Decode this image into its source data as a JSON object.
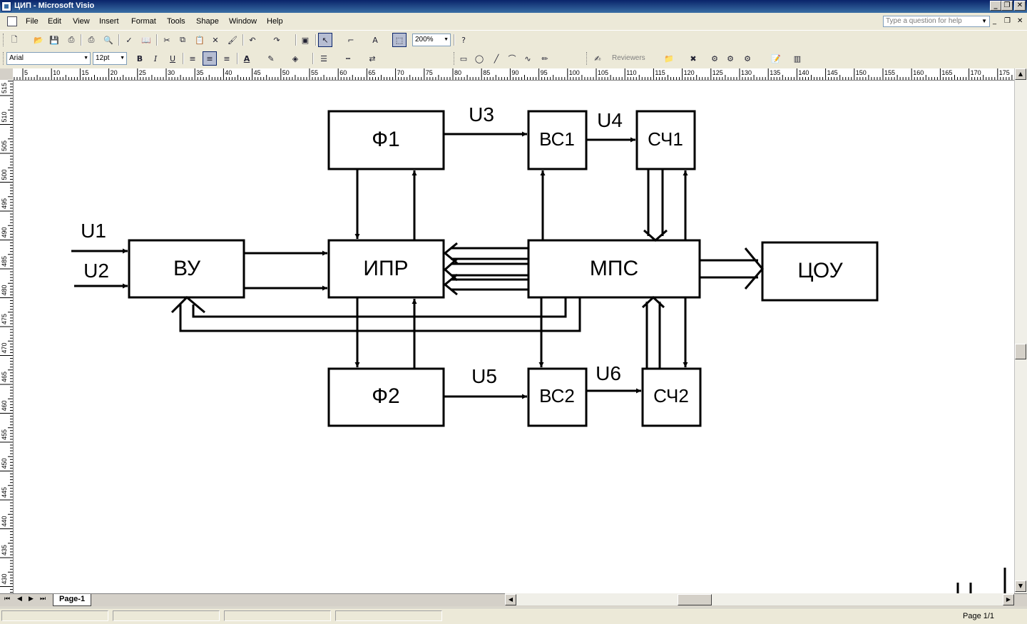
{
  "window": {
    "title": "ЦИП - Microsoft Visio",
    "min_glyph": "_",
    "restore_glyph": "❐",
    "close_glyph": "✕"
  },
  "menu": {
    "items": [
      "File",
      "Edit",
      "View",
      "Insert",
      "Format",
      "Tools",
      "Shape",
      "Window",
      "Help"
    ],
    "help_placeholder": "Type a question for help",
    "doc_min": "_",
    "doc_restore": "❐",
    "doc_close": "✕"
  },
  "toolbar_standard": {
    "zoom": "200%"
  },
  "toolbar_format": {
    "font": "Arial",
    "size": "12pt",
    "bold": "B",
    "italic": "I",
    "underline": "U",
    "reviewers": "Reviewers"
  },
  "ruler": {
    "top_labels": [
      "5",
      "10",
      "15",
      "20",
      "25",
      "30",
      "35",
      "40",
      "45",
      "50",
      "55",
      "60",
      "65",
      "70",
      "75",
      "80",
      "85",
      "90",
      "95",
      "100",
      "105",
      "110",
      "115",
      "120",
      "125",
      "130",
      "135",
      "140",
      "145",
      "150",
      "155",
      "160",
      "165",
      "170",
      "175"
    ],
    "left_labels": [
      "515",
      "510",
      "505",
      "500",
      "495",
      "490",
      "485",
      "480",
      "475",
      "470",
      "465",
      "460",
      "455",
      "450",
      "445",
      "440",
      "435",
      "430"
    ]
  },
  "diagram": {
    "blocks": {
      "f1": "Ф1",
      "vs1": "ВС1",
      "sch1": "СЧ1",
      "vu": "ВУ",
      "ipr": "ИПР",
      "mps": "МПС",
      "tsou": "ЦОУ",
      "f2": "Ф2",
      "vs2": "ВС2",
      "sch2": "СЧ2"
    },
    "labels": {
      "u1": "U1",
      "u2": "U2",
      "u3": "U3",
      "u4": "U4",
      "u5": "U5",
      "u6": "U6"
    }
  },
  "tabs": {
    "page": "Page-1"
  },
  "status": {
    "page": "Page 1/1"
  }
}
